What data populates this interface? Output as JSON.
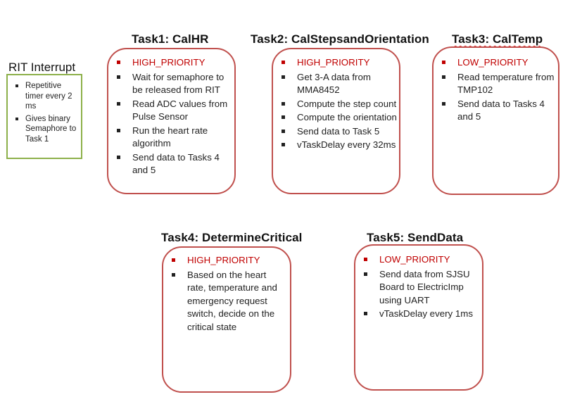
{
  "rit": {
    "title": "RIT Interrupt",
    "items": [
      "Repetitive timer every 2 ms",
      "Gives binary Semaphore to Task 1"
    ]
  },
  "tasks": [
    {
      "title": "Task1: CalHR",
      "priority": "HIGH_PRIORITY",
      "items": [
        "Wait for semaphore to be released from RIT",
        "Read ADC values from Pulse Sensor",
        "Run the heart rate algorithm",
        "Send data to Tasks 4 and 5"
      ]
    },
    {
      "title": "Task2: CalStepsandOrientation",
      "priority": "HIGH_PRIORITY",
      "items": [
        "Get 3-A data from MMA8452",
        "Compute  the step count",
        "Compute  the orientation",
        "Send data to Task 5",
        "vTaskDelay every 32ms"
      ]
    },
    {
      "title": "Task3: CalTemp",
      "priority": "LOW_PRIORITY",
      "items": [
        "Read temperature from TMP102",
        "Send data to Tasks 4 and 5"
      ]
    },
    {
      "title": "Task4: DetermineCritical",
      "priority": "HIGH_PRIORITY",
      "items": [
        "Based on the heart rate,  temperature and emergency request switch, decide on the critical state"
      ]
    },
    {
      "title": "Task5: SendData",
      "priority": "LOW_PRIORITY",
      "items": [
        "Send data from SJSU Board to ElectricImp using UART",
        "vTaskDelay every 1ms"
      ]
    }
  ],
  "colors": {
    "box_border": "#c0504d",
    "priority_text": "#c00000",
    "rit_border": "#8db04a"
  }
}
